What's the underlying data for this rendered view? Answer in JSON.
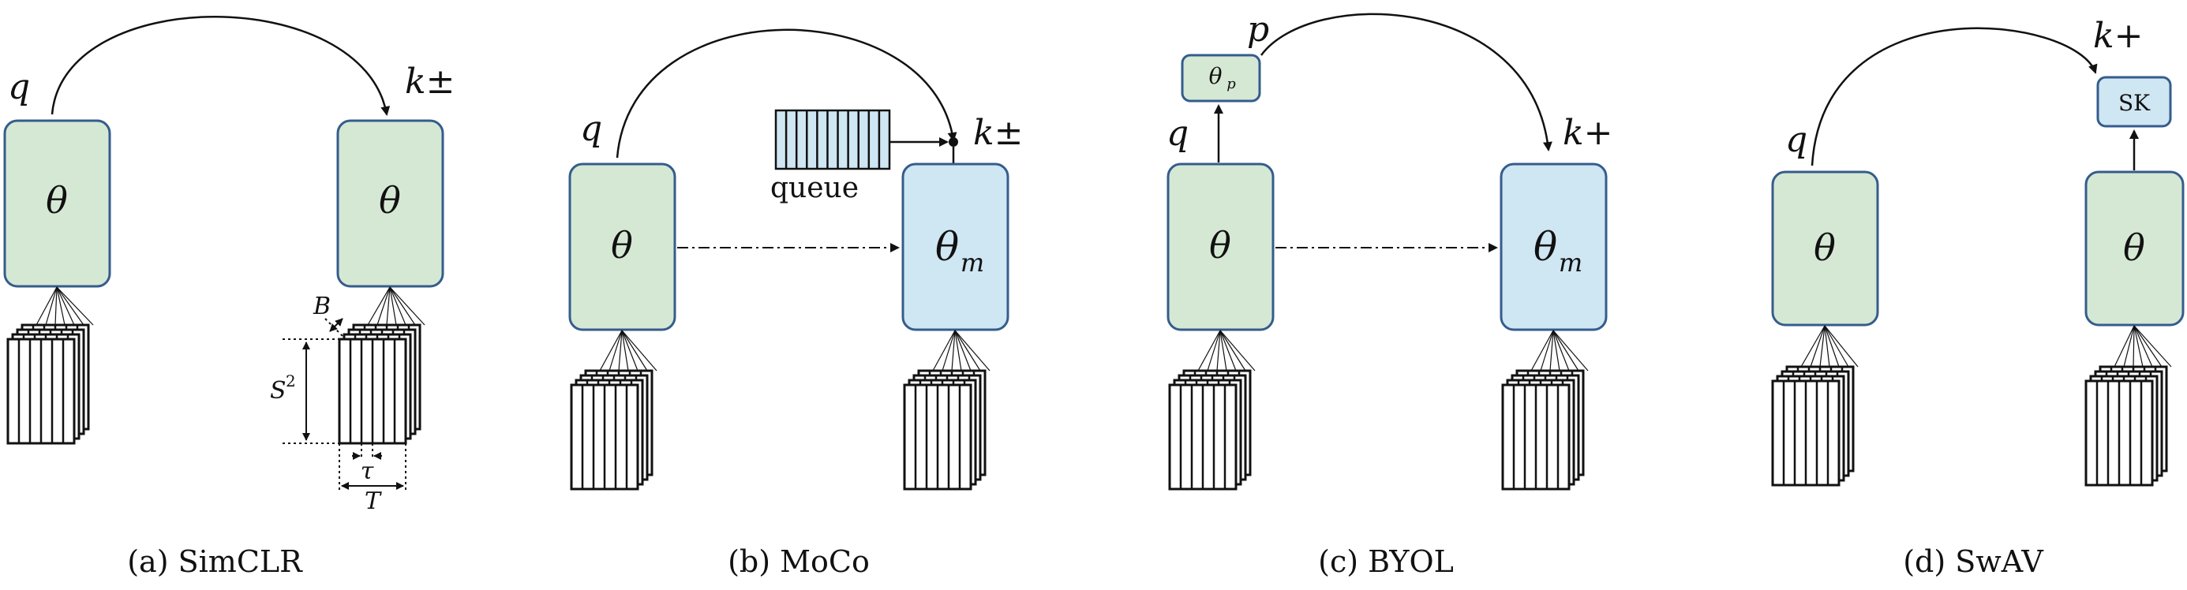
{
  "panels": [
    {
      "caption": "(a) SimCLR",
      "query_label": "q",
      "key_label": "k±",
      "query_encoder": "θ",
      "key_encoder": "θ",
      "dims": {
        "batch": "B",
        "spatial": "S",
        "spatial_exp": "2",
        "frame": "τ",
        "time": "T"
      }
    },
    {
      "caption": "(b) MoCo",
      "query_label": "q",
      "key_label": "k±",
      "query_encoder": "θ",
      "key_encoder": "θ",
      "key_encoder_sub": "m",
      "queue_label": "queue"
    },
    {
      "caption": "(c) BYOL",
      "query_label": "q",
      "predictor_label": "p",
      "predictor": "θ",
      "predictor_sub": "p",
      "key_label": "k+",
      "query_encoder": "θ",
      "key_encoder": "θ",
      "key_encoder_sub": "m"
    },
    {
      "caption": "(d) SwAV",
      "query_label": "q",
      "key_label": "k+",
      "query_encoder": "θ",
      "key_encoder": "θ",
      "sk_label": "SK"
    }
  ],
  "colors": {
    "encoder_fill": "#d5e8d4",
    "momentum_fill": "#cfe6f3",
    "border": "#355c8c"
  }
}
